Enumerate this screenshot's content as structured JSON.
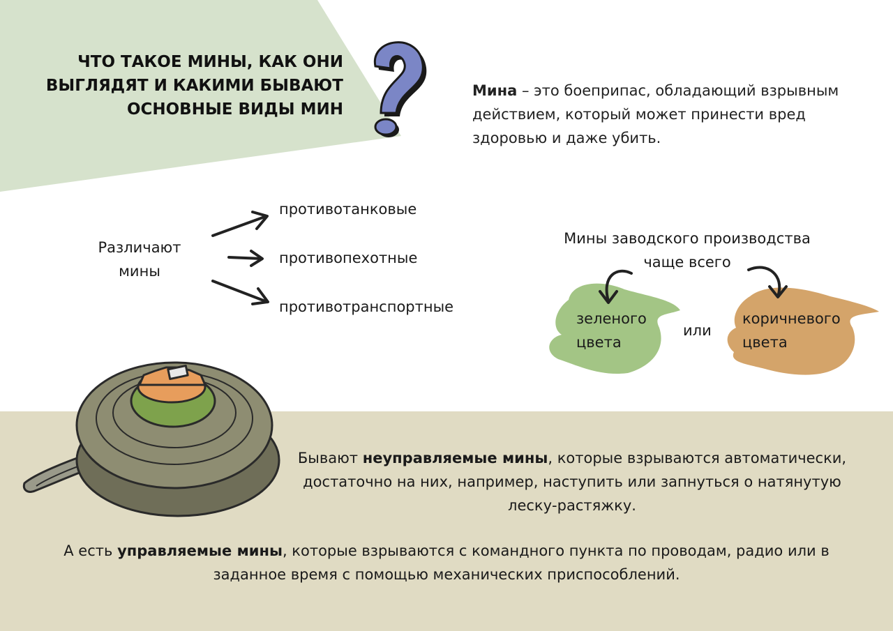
{
  "colors": {
    "top_band": "#d6e2cc",
    "bottom_band": "#e0dbc3",
    "question_mark": "#7b86c6",
    "green_blob": "#a3c585",
    "brown_blob": "#d4a46a",
    "mine_body": "#8e8d72",
    "mine_fuse_green": "#7ea24c",
    "mine_fuse_orange": "#e79d5c"
  },
  "header": {
    "title_lines": [
      "ЧТО ТАКОЕ МИНЫ, КАК ОНИ",
      "ВЫГЛЯДЯТ И КАКИМИ БЫВАЮТ",
      "ОСНОВНЫЕ ВИДЫ МИН"
    ],
    "icon": "question-mark-icon"
  },
  "definition": {
    "term": "Мина",
    "text": " – это боеприпас, обладающий взрывным действием, который может принести вред здоровью и даже убить."
  },
  "types": {
    "lead_lines": [
      "Различают",
      "мины"
    ],
    "items": [
      "противотанковые",
      "противопехотные",
      "противотранспортные"
    ]
  },
  "factory_colors": {
    "lead_lines": [
      "Мины заводского производства",
      "чаще всего"
    ],
    "green_lines": [
      "зеленого",
      "цвета"
    ],
    "or": "или",
    "brown_lines": [
      "коричневого",
      "цвета"
    ]
  },
  "unguided": {
    "prefix": "Бывают ",
    "bold": "неуправляемые мины",
    "suffix": ", которые взрываются автоматически, достаточно на них, например, наступить или запнуться о натянутую леску-растяжку."
  },
  "guided": {
    "prefix": "А есть ",
    "bold": "управляемые мины",
    "suffix": ", которые взрываются с командного пункта по проводам, радио или в заданное время с помощью механических приспособлений."
  }
}
